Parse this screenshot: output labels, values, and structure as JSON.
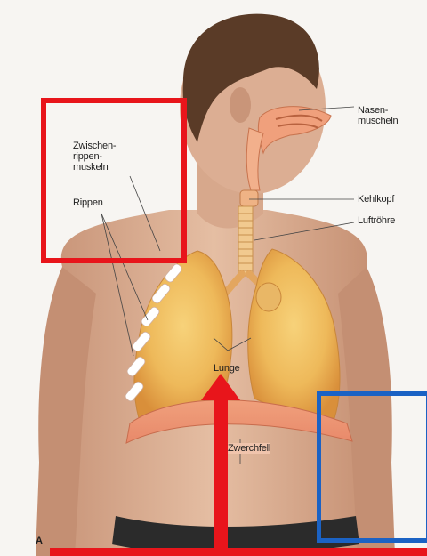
{
  "labels": {
    "zwischenrippenmuskeln": "Zwischen-\nrippen-\nmuskeln",
    "rippen": "Rippen",
    "nasenmuscheln": "Nasen-\nmuscheln",
    "kehlkopf": "Kehlkopf",
    "luftroehre": "Luftröhre",
    "lunge": "Lunge",
    "zwerchfell": "Zwerchfell",
    "panel_letter": "A"
  },
  "annotations": {
    "highlight_red_color": "#e8151b",
    "highlight_blue_color": "#1b62c4",
    "arrow_color": "#e8151b"
  }
}
